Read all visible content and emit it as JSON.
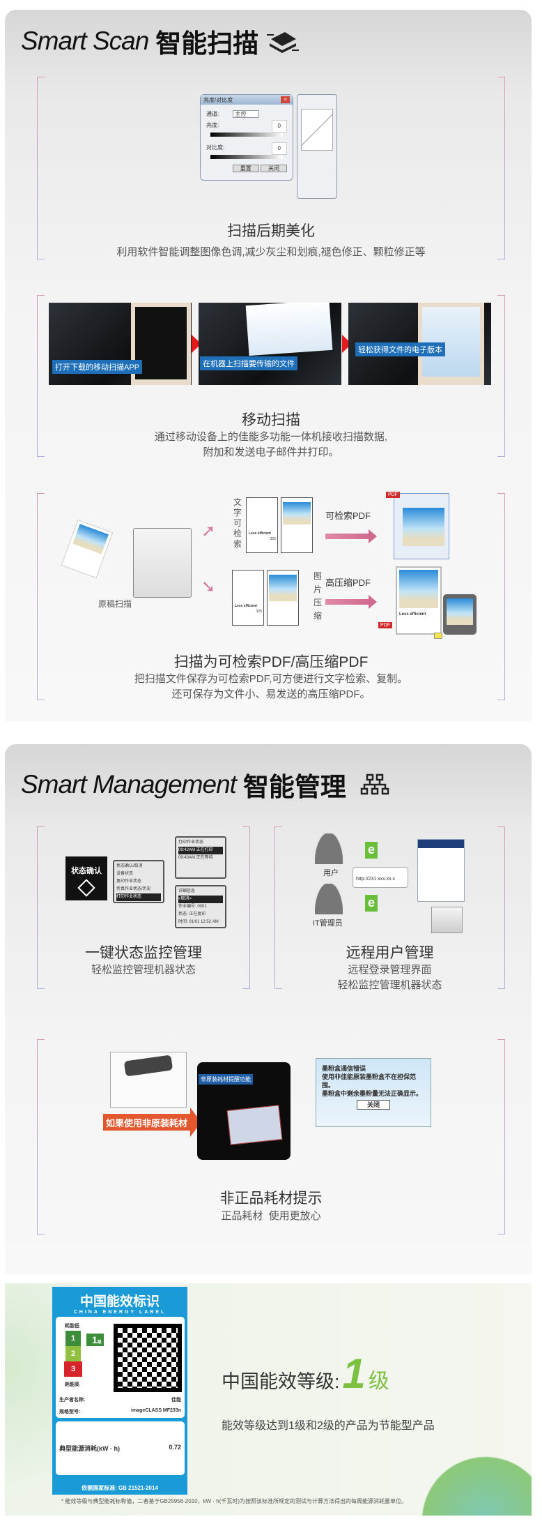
{
  "scan": {
    "title_en": "Smart Scan",
    "title_cn": "智能扫描",
    "icon": "scanner-icon",
    "f1": {
      "heading": "扫描后期美化",
      "desc": "利用软件智能调整图像色调,减少灰尘和划痕,褪色修正、颗粒修正等",
      "dialog": {
        "title": "亮度/对比度",
        "channel_label": "通道:",
        "channel_value": "主控",
        "brightness_label": "亮度:",
        "brightness_value": "0",
        "contrast_label": "对比度:",
        "contrast_value": "0",
        "reset": "重置",
        "close": "关闭"
      }
    },
    "f2": {
      "heading": "移动扫描",
      "desc1": "通过移动设备上的佳能多功能一体机接收扫描数据,",
      "desc2": "附加和发送电子邮件并打印。",
      "captions": [
        "打开下载的移动扫描APP",
        "在机器上扫描要传输的文件",
        "轻松获得文件的电子版本"
      ]
    },
    "f3": {
      "heading": "扫描为可检索PDF/高压缩PDF",
      "desc1": "把扫描文件保存为可检索PDF,可方便进行文字检索、复制。",
      "desc2": "还可保存为文件小、易发送的高压缩PDF。",
      "original": "原稿扫描",
      "searchable_side": "文字可检索",
      "searchable_pdf": "可检索PDF",
      "compress_side": "图片压缩",
      "compressed_pdf": "高压缩PDF",
      "doc_title": "Less efficient",
      "doc_num": "325",
      "pdf": "PDF"
    }
  },
  "mgmt": {
    "title_en": "Smart Management",
    "title_cn": "智能管理",
    "icon": "network-icon",
    "f1": {
      "heading": "一键状态监控管理",
      "desc": "轻松监控管理机器状态",
      "button": "状态确认",
      "menu": [
        "状态确认/取消",
        "设备状态",
        "复印作业状态",
        "传真作业状态/历史",
        "打印作业状态"
      ],
      "screen1": [
        "打印作业状态",
        "09:42AM 正在打印",
        "09:43AM 正在等待"
      ],
      "screen2": [
        "详细信息",
        "<取消>",
        "作业编号: 0001",
        "状态: 正在复印",
        "时间: 01/01 12:52 AM"
      ]
    },
    "f2": {
      "heading": "远程用户管理",
      "desc1": "远程登录管理界面",
      "desc2": "轻松监控管理机器状态",
      "user": "用户",
      "admin": "IT管理员",
      "url": "http://231.xxx.xx.x",
      "e": "e"
    },
    "f3": {
      "heading": "非正品耗材提示",
      "desc": "正品耗材  使用更放心",
      "arrow_label": "如果使用非原装耗材",
      "panel_caption": "非原装耗材提醒功能",
      "dialog": [
        "墨粉盒通信错误",
        "使用非佳能原装墨粉盒不在担保范围。",
        "墨粉盒中剩余墨粉量无法正确显示。"
      ],
      "close": "关闭"
    }
  },
  "energy": {
    "label": {
      "title": "中国能效标识",
      "subtitle": "CHINA ENERGY LABEL",
      "low": "耗能低",
      "high": "耗能高",
      "grades": [
        "1",
        "2",
        "3"
      ],
      "marker": "1",
      "marker_unit": "级",
      "producer_label": "生产者名称:",
      "producer": "佳能",
      "model_label": "规格型号:",
      "model": "imageCLASS MF233n",
      "consumption_label": "典型能源消耗(kW · h)",
      "consumption": "0.72",
      "standard": "依据国家标准: GB 21521-2014"
    },
    "grade_title": "中国能效等级:",
    "grade_value": "1",
    "grade_unit": "级",
    "desc": "能效等级达到1级和2级的产品为节能型产品",
    "footnote": "* 能效等级与典型能耗标称值，二者基于GB25956-2010，kW · h(千瓦时)为按照该标准所规定的测试与计算方法得出的每周能源消耗量单位。",
    "accent": "#7dc142"
  }
}
